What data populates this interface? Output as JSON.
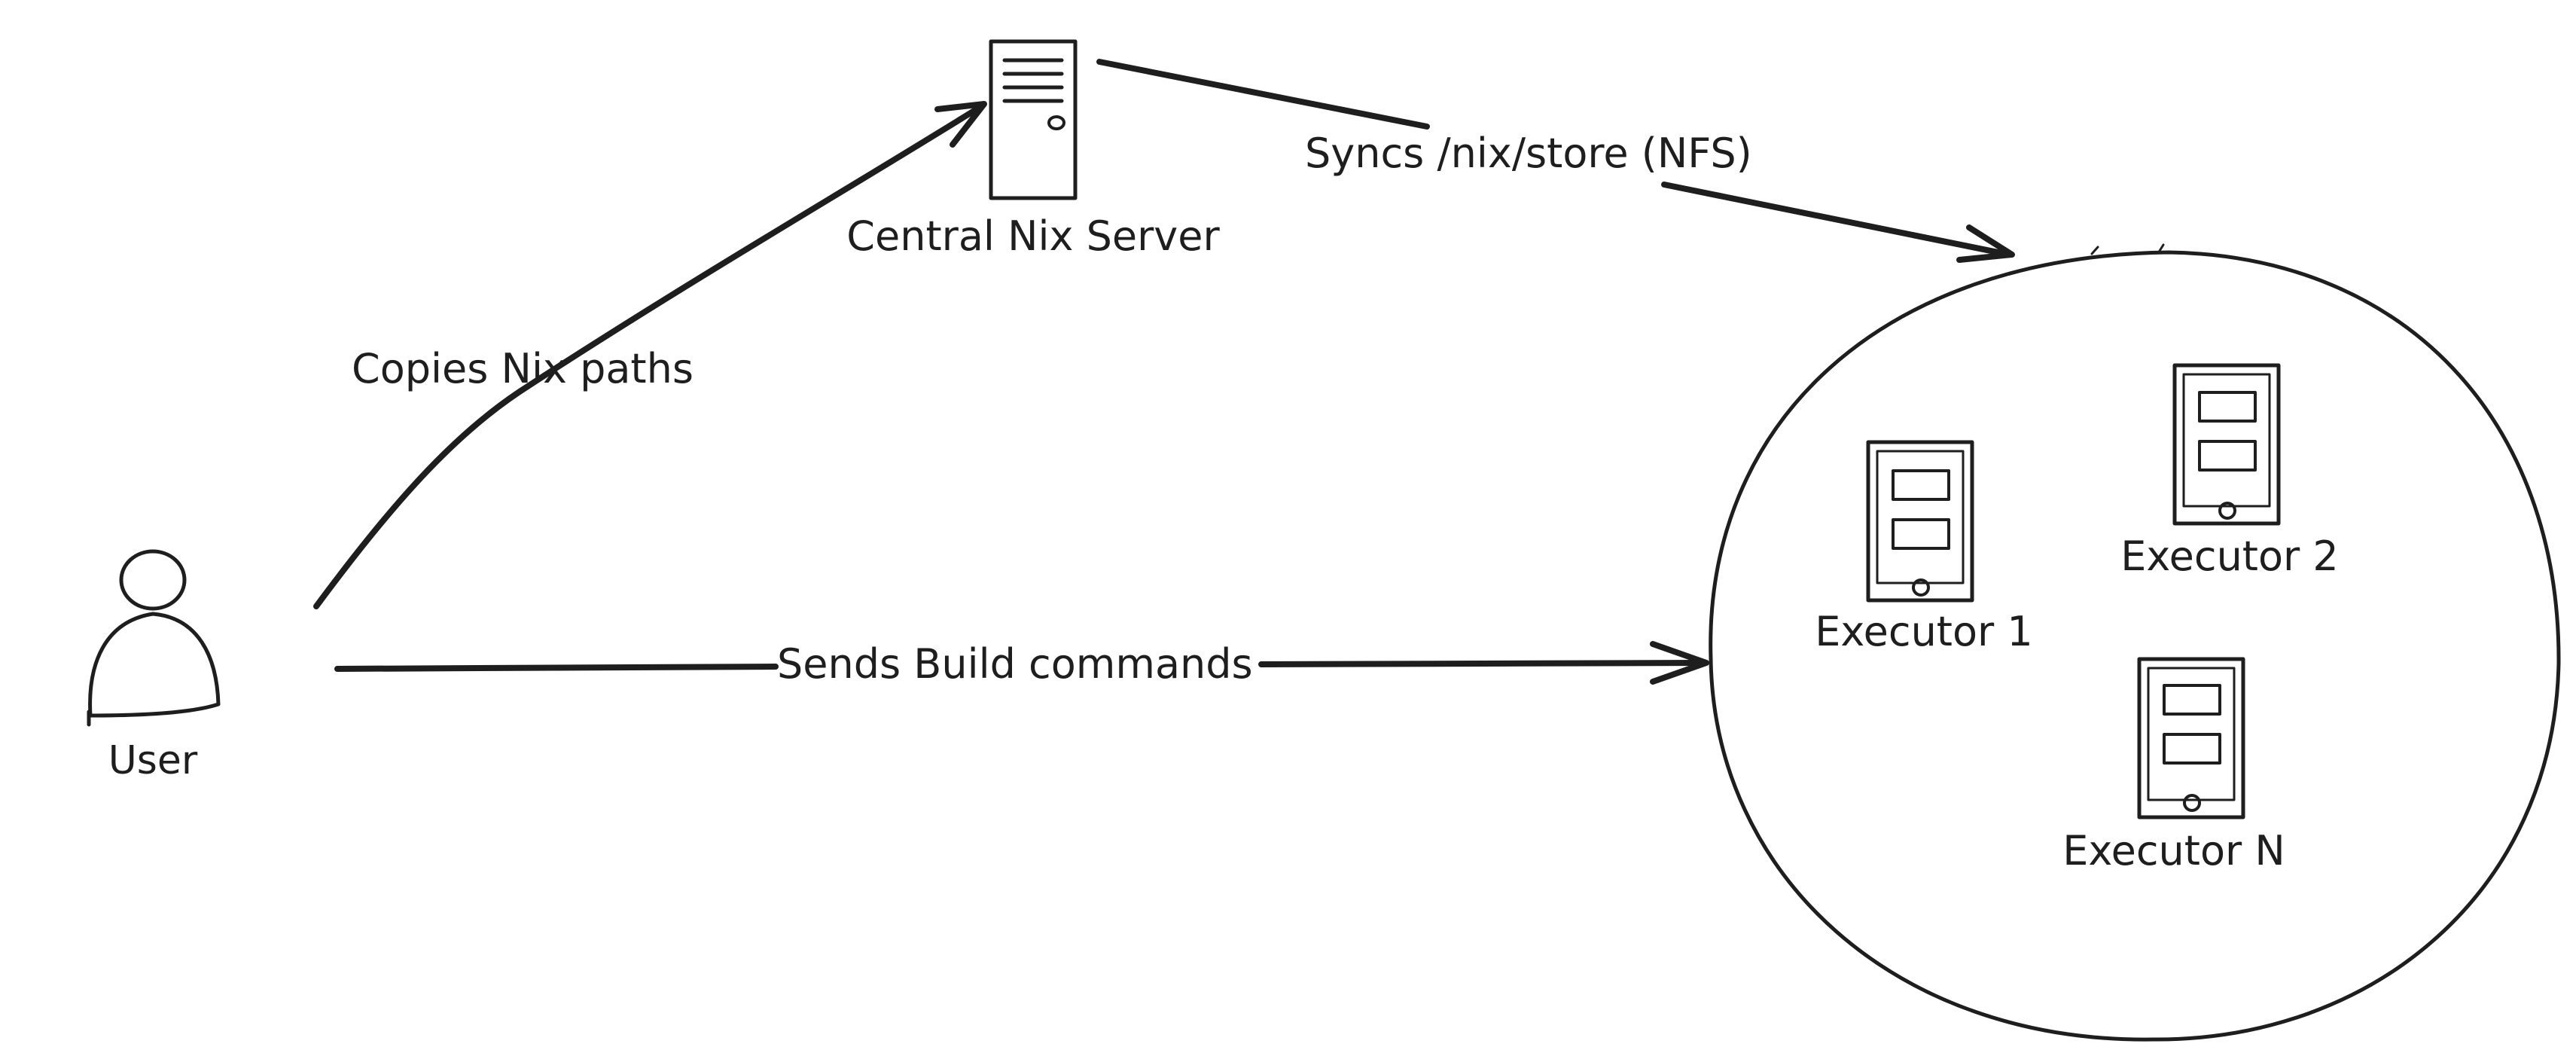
{
  "nodes": {
    "user": {
      "label": "User",
      "icon": "user-icon"
    },
    "server": {
      "label": "Central Nix Server",
      "icon": "server-icon"
    },
    "executors": [
      {
        "label": "Executor 1",
        "icon": "executor-device-icon"
      },
      {
        "label": "Executor 2",
        "icon": "executor-device-icon"
      },
      {
        "label": "Executor N",
        "icon": "executor-device-icon"
      }
    ]
  },
  "edges": {
    "copies": {
      "label": "Copies Nix paths"
    },
    "syncs": {
      "label": "Syncs /nix/store (NFS)"
    },
    "sends": {
      "label": "Sends Build commands"
    }
  },
  "colors": {
    "stroke": "#1e1e1e",
    "background": "#ffffff"
  }
}
